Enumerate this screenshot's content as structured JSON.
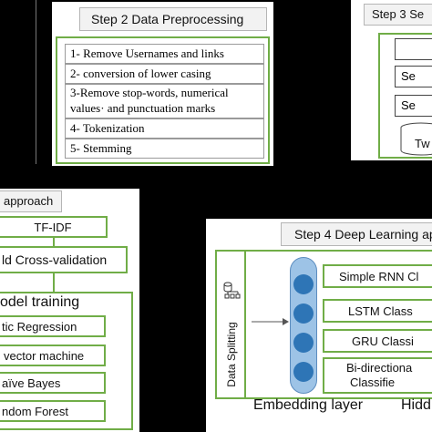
{
  "step2": {
    "title": "Step 2 Data Preprocessing",
    "items": [
      "1- Remove Usernames and links",
      "2- conversion of lower casing",
      "3-Remove stop-words, numerical",
      "values· and punctuation marks",
      "4- Tokenization",
      "5- Stemming"
    ]
  },
  "step3": {
    "title": "Step 3 Se",
    "items": [
      "",
      "Se",
      "Se",
      "Tw"
    ]
  },
  "ml": {
    "title": "approach",
    "tfidf": "TF-IDF",
    "cv": "ld Cross-validation",
    "training": "odel training",
    "models": [
      "tic Regression",
      "vector machine",
      "aïve Bayes",
      "ndom Forest"
    ]
  },
  "step4": {
    "title": "Step 4 Deep Learning app",
    "splitting": "Data Splitting",
    "models": [
      "Simple RNN Cl",
      "LSTM Class",
      "GRU Classi",
      "Bi-directiona",
      "Classifie"
    ],
    "embedding": "Embedding layer",
    "hidden": "Hidd"
  },
  "colors": {
    "accent": "#70ad47",
    "node": "#2e75b6",
    "background": "#000000"
  }
}
